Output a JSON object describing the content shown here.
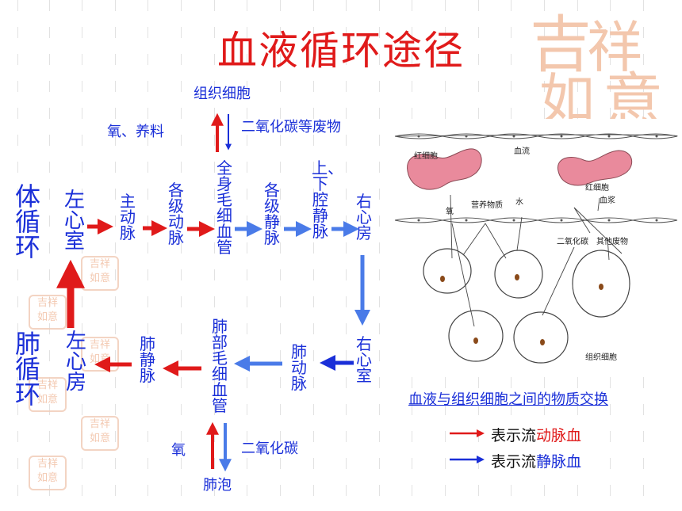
{
  "title": "血液循环途径",
  "watermark": "吉祥如意",
  "systemic_label": "体循环",
  "pulmonary_label": "肺循环",
  "nodes": {
    "left_ventricle": "左心室",
    "aorta": "主动脉",
    "arteries": "各级动脉",
    "body_capillaries": "全身毛细血管",
    "veins": "各级静脉",
    "vena_cava": "上、下腔静脉",
    "right_atrium": "右心房",
    "right_ventricle": "右心室",
    "pulmonary_artery": "肺动脉",
    "lung_capillaries": "肺部毛细血管",
    "pulmonary_vein": "肺静脉",
    "left_atrium": "左心房"
  },
  "tissue_cells": "组织细胞",
  "oxygen_nutrients": "氧、养料",
  "co2_waste": "二氧化碳等废物",
  "alveoli": "肺泡",
  "oxygen": "氧",
  "co2": "二氧化碳",
  "figure_caption": "血液与组织细胞之间的物质交换",
  "figure_labels": {
    "rbc_left": "红细胞",
    "blood_flow": "血流",
    "rbc_right": "红细胞",
    "plasma": "血浆",
    "oxygen": "氧",
    "nutrients": "营养物质",
    "water": "水",
    "co2": "二氧化碳",
    "other_waste": "其他废物",
    "tissue_cell": "组织细胞"
  },
  "legend": {
    "prefix": "表示流",
    "arterial": "动脉血",
    "venous": "静脉血",
    "suffix": "血"
  },
  "colors": {
    "arterial": "#e01a1a",
    "venous": "#1a2fd8",
    "title": "#e01a1a"
  }
}
